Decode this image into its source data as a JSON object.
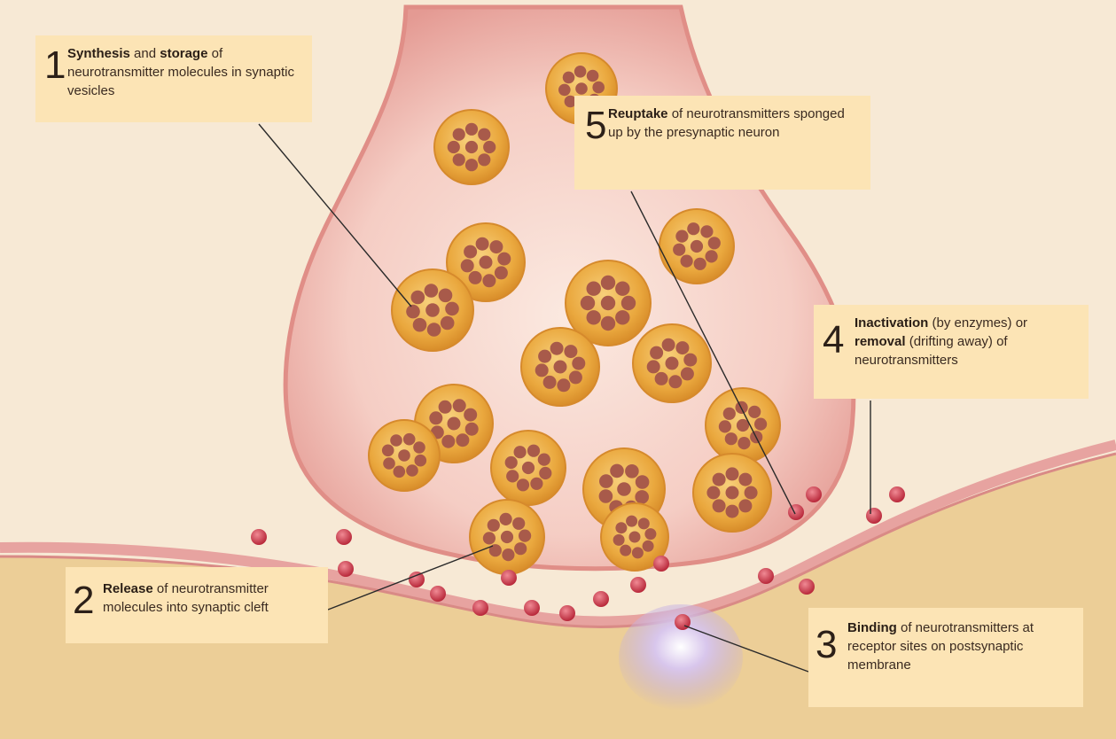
{
  "callouts": {
    "c1": {
      "number": "1",
      "bold1": "Synthesis",
      "t1": " and ",
      "bold2": "storage",
      "t2": " of neurotransmitter molecules in synaptic vesicles"
    },
    "c2": {
      "number": "2",
      "bold1": "Release",
      "t1": " of neurotransmitter molecules into synaptic cleft"
    },
    "c3": {
      "number": "3",
      "bold1": "Binding",
      "t1": " of neurotransmitters at receptor sites on postsynaptic membrane"
    },
    "c4": {
      "number": "4",
      "bold1": "Inactivation",
      "t1": " (by enzymes) or ",
      "bold2": "removal",
      "t2": " (drifting away) of neurotransmitters"
    },
    "c5": {
      "number": "5",
      "bold1": "Reuptake",
      "t1": " of neurotransmitters sponged up by the presynaptic neuron"
    }
  },
  "colors": {
    "background": "#f7e9d5",
    "callout": "#fce4b5",
    "terminal": "#f4c8c0",
    "vesicle": "#e8a93c",
    "molecule": "#c73a4a",
    "receptor": "#b7a0d6",
    "postsynaptic": "#e8c98c"
  }
}
